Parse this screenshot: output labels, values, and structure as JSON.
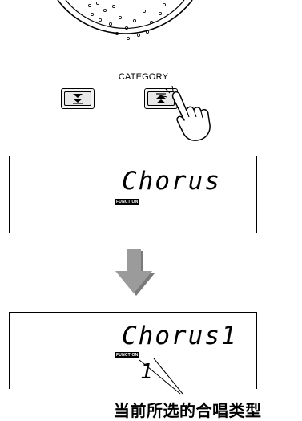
{
  "category": {
    "label": "CATEGORY",
    "down_icon": "double-down-arrow-icon",
    "up_icon": "double-up-arrow-icon"
  },
  "display_before": {
    "text": "Chorus",
    "function_tag": "FUNCTION"
  },
  "display_after": {
    "text": "Chorus1",
    "function_tag": "FUNCTION",
    "value": "1"
  },
  "caption": "当前所选的合唱类型",
  "colors": {
    "arrow": "#9b9b9b",
    "button_face": "#e8e8e8",
    "ink": "#000000"
  }
}
